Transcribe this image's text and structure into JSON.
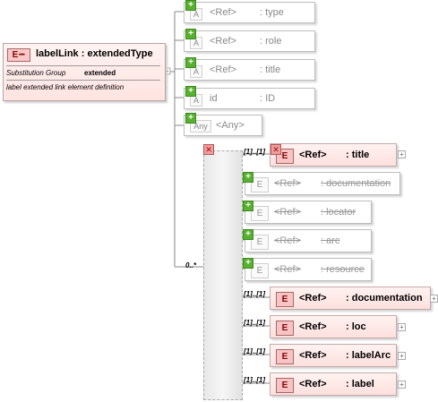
{
  "main": {
    "badge": "E",
    "title": "labelLink : extendedType",
    "substitution_label": "Substitution Group",
    "substitution_value": "extended",
    "description": "label extended link element definition"
  },
  "attributes": [
    {
      "icon": "A",
      "ref": "<Ref>",
      "name": ": type"
    },
    {
      "icon": "A",
      "ref": "<Ref>",
      "name": ": role"
    },
    {
      "icon": "A",
      "ref": "<Ref>",
      "name": ": title"
    },
    {
      "icon": "A",
      "ref": "id",
      "name": ": ID"
    }
  ],
  "any_attribute": {
    "icon": "Any",
    "label": "<Any>"
  },
  "sequence": {
    "cardinality": "0..*"
  },
  "choice_children": [
    {
      "card": "[1]..[1]",
      "icon": "E",
      "ref": "<Ref>",
      "name": ": title",
      "required": true
    },
    {
      "card": "",
      "icon": "E",
      "ref": "<Ref>",
      "name": ": documentation",
      "required": false
    },
    {
      "card": "",
      "icon": "E",
      "ref": "<Ref>",
      "name": ": locator",
      "required": false
    },
    {
      "card": "",
      "icon": "E",
      "ref": "<Ref>",
      "name": ": arc",
      "required": false
    },
    {
      "card": "",
      "icon": "E",
      "ref": "<Ref>",
      "name": ": resource",
      "required": false
    },
    {
      "card": "[1]..[1]",
      "icon": "E",
      "ref": "<Ref>",
      "name": ": documentation",
      "required": true
    },
    {
      "card": "[1]..[1]",
      "icon": "E",
      "ref": "<Ref>",
      "name": ": loc",
      "required": true
    },
    {
      "card": "[1]..[1]",
      "icon": "E",
      "ref": "<Ref>",
      "name": ": labelArc",
      "required": true
    },
    {
      "card": "[1]..[1]",
      "icon": "E",
      "ref": "<Ref>",
      "name": ": label",
      "required": true
    }
  ],
  "colors": {
    "required_fill": "#fde0de",
    "plus_green": "#58b030",
    "connector": "#8a8a8a"
  }
}
